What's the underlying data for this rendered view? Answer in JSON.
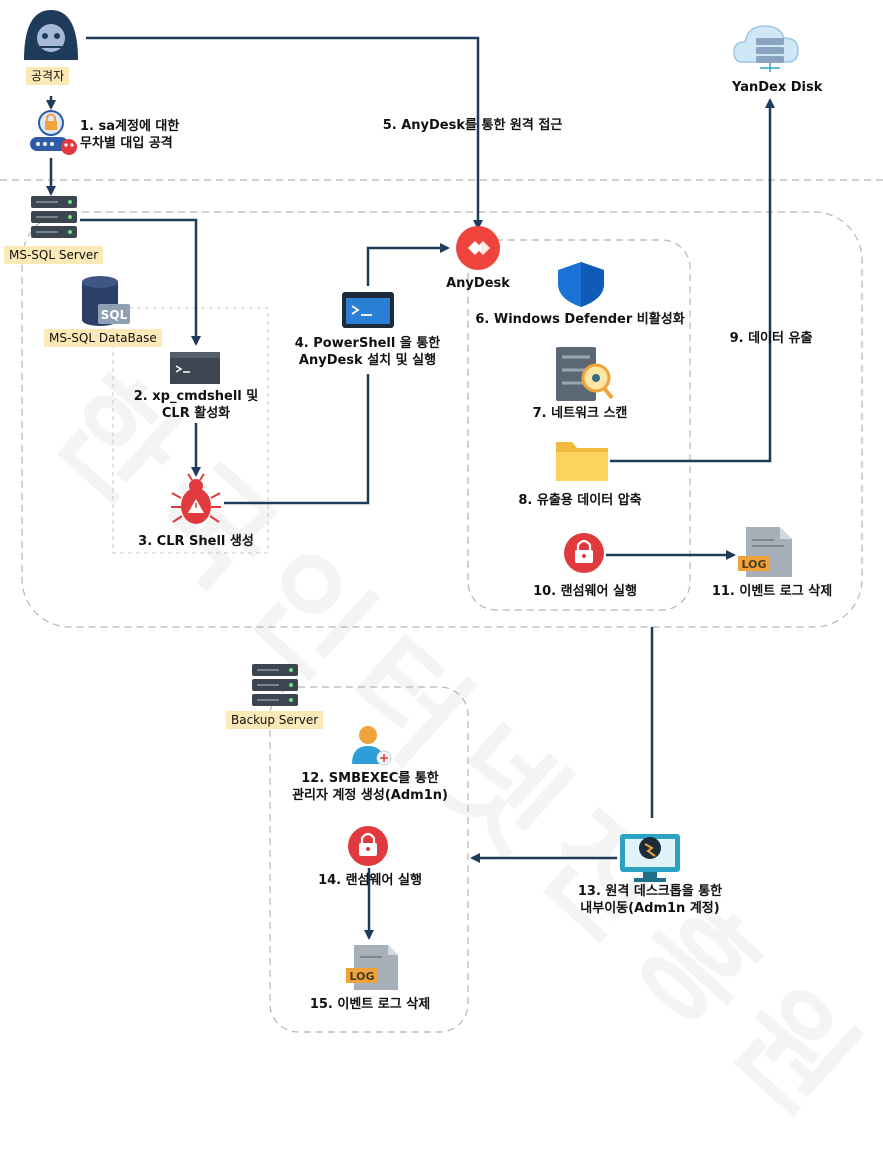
{
  "watermark": "한국인터넷진흥원",
  "attacker": {
    "label": "공격자",
    "icon": "hacker-icon"
  },
  "yandex": {
    "label": "YanDex Disk",
    "icon": "cloud-storage-icon"
  },
  "mssql_server": {
    "label": "MS-SQL Server",
    "icon": "server-icon"
  },
  "mssql_db": {
    "label": "MS-SQL DataBase",
    "icon": "database-icon",
    "badge": "SQL"
  },
  "anydesk": {
    "label": "AnyDesk",
    "icon": "anydesk-icon"
  },
  "backup_server": {
    "label": "Backup Server",
    "icon": "server-icon"
  },
  "steps": {
    "s1": {
      "line1": "1. sa계정에 대한",
      "line2": "무차별 대입 공격"
    },
    "s2": {
      "line1": "2. xp_cmdshell 및",
      "line2": "CLR 활성화"
    },
    "s3": "3. CLR Shell 생성",
    "s4": {
      "line1": "4. PowerShell 을 통한",
      "line2": "AnyDesk 설치 및 실행"
    },
    "s5": "5. AnyDesk를 통한 원격 접근",
    "s6": "6. Windows Defender 비활성화",
    "s7": "7. 네트워크 스캔",
    "s8": "8. 유출용 데이터 압축",
    "s9": "9. 데이터 유출",
    "s10": "10. 랜섬웨어 실행",
    "s11": "11. 이벤트 로그 삭제",
    "s12": {
      "line1": "12. SMBEXEC를 통한",
      "line2": "관리자 계정 생성(Adm1n)"
    },
    "s13": {
      "line1": "13. 원격 데스크톱을 통한",
      "line2": "내부이동(Adm1n 계정)"
    },
    "s14": "14. 랜섬웨어 실행",
    "s15": "15. 이벤트 로그 삭제"
  },
  "log_text": "LOG",
  "colors": {
    "arrow": "#1f3b5c",
    "tag_bg": "#fbe9b7",
    "red": "#e0393e",
    "dashed": "#b5b5b5"
  }
}
